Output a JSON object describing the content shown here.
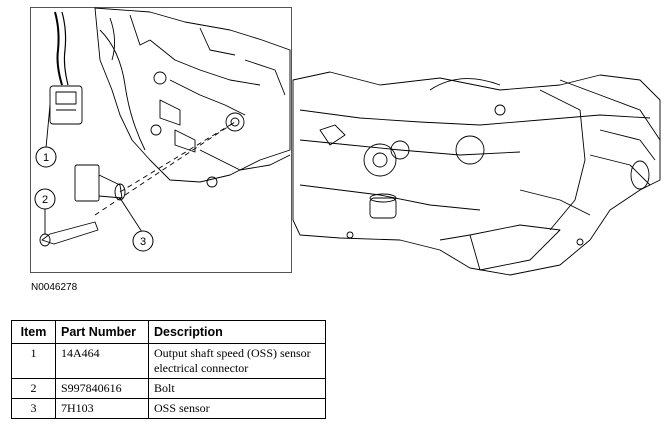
{
  "figure": {
    "id": "N0046278",
    "callouts": [
      "1",
      "2",
      "3"
    ]
  },
  "table": {
    "headers": {
      "item": "Item",
      "part_number": "Part Number",
      "description": "Description"
    },
    "rows": [
      {
        "item": "1",
        "part_number": "14A464",
        "description": "Output shaft speed (OSS) sensor electrical connector"
      },
      {
        "item": "2",
        "part_number": "S997840616",
        "description": "Bolt"
      },
      {
        "item": "3",
        "part_number": "7H103",
        "description": "OSS sensor"
      }
    ]
  }
}
